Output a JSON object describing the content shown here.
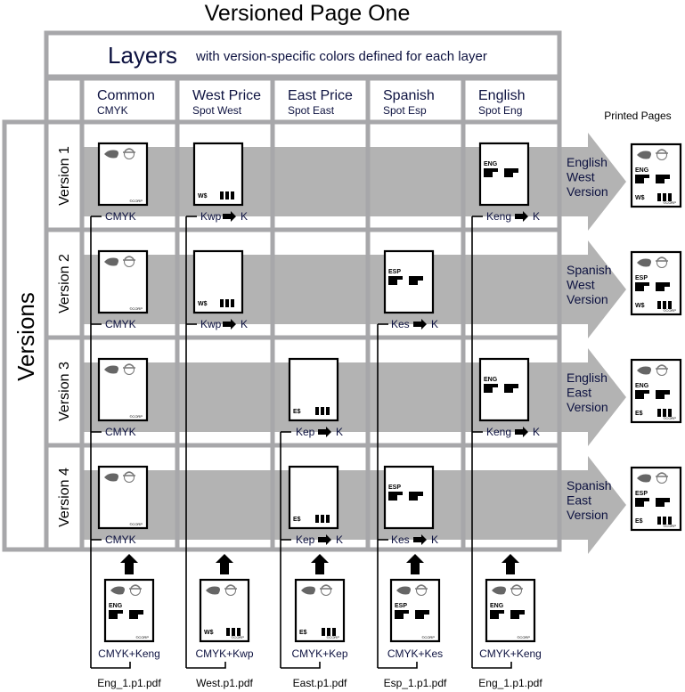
{
  "title": "Versioned Page One",
  "layers_header": {
    "title": "Layers",
    "subtitle": "with version-specific colors defined for each layer"
  },
  "columns": [
    {
      "name": "Common",
      "color": "CMYK"
    },
    {
      "name": "West Price",
      "color": "Spot West"
    },
    {
      "name": "East Price",
      "color": "Spot East"
    },
    {
      "name": "Spanish",
      "color": "Spot Esp"
    },
    {
      "name": "English",
      "color": "Spot Eng"
    }
  ],
  "versions_label": "Versions",
  "printed_pages_label": "Printed Pages",
  "rows": [
    {
      "label": "Version 1",
      "cells": [
        {
          "col": 0,
          "thumb": "common",
          "mapping": "CMYK"
        },
        {
          "col": 1,
          "thumb": "west",
          "mapping": "Kwp",
          "target": "K"
        },
        {
          "col": 4,
          "thumb": "english",
          "mapping": "Keng",
          "target": "K"
        }
      ],
      "result": [
        "English",
        "West",
        "Version"
      ],
      "printed": {
        "lang": "ENG",
        "price": "W$"
      }
    },
    {
      "label": "Version 2",
      "cells": [
        {
          "col": 0,
          "thumb": "common",
          "mapping": "CMYK"
        },
        {
          "col": 1,
          "thumb": "west",
          "mapping": "Kwp",
          "target": "K"
        },
        {
          "col": 3,
          "thumb": "spanish",
          "mapping": "Kes",
          "target": "K"
        }
      ],
      "result": [
        "Spanish",
        "West",
        "Version"
      ],
      "printed": {
        "lang": "ESP",
        "price": "W$"
      }
    },
    {
      "label": "Version 3",
      "cells": [
        {
          "col": 0,
          "thumb": "common",
          "mapping": "CMYK"
        },
        {
          "col": 2,
          "thumb": "east",
          "mapping": "Kep",
          "target": "K"
        },
        {
          "col": 4,
          "thumb": "english",
          "mapping": "Keng",
          "target": "K"
        }
      ],
      "result": [
        "English",
        "East",
        "Version"
      ],
      "printed": {
        "lang": "ENG",
        "price": "E$"
      }
    },
    {
      "label": "Version 4",
      "cells": [
        {
          "col": 0,
          "thumb": "common",
          "mapping": "CMYK"
        },
        {
          "col": 2,
          "thumb": "east",
          "mapping": "Kep",
          "target": "K"
        },
        {
          "col": 3,
          "thumb": "spanish",
          "mapping": "Kes",
          "target": "K"
        }
      ],
      "result": [
        "Spanish",
        "East",
        "Version"
      ],
      "printed": {
        "lang": "ESP",
        "price": "E$"
      }
    }
  ],
  "sources": [
    {
      "lang": "ENG",
      "price": "",
      "label": "CMYK+Keng",
      "file": "Eng_1.p1.pdf"
    },
    {
      "lang": "",
      "price": "W$",
      "label": "CMYK+Kwp",
      "file": "West.p1.pdf"
    },
    {
      "lang": "",
      "price": "E$",
      "label": "CMYK+Kep",
      "file": "East.p1.pdf"
    },
    {
      "lang": "ESP",
      "price": "",
      "label": "CMYK+Kes",
      "file": "Esp_1.p1.pdf"
    },
    {
      "lang": "ENG",
      "price": "",
      "label": "CMYK+Keng",
      "file": "Eng_1.p1.pdf"
    }
  ],
  "thumb_text": {
    "copyright": "©CORP",
    "eng": "ENG",
    "esp": "ESP",
    "west_price": "W$",
    "east_price": "E$"
  },
  "colors": {
    "grid": "#a7a7aa",
    "band": "#b3b3b3",
    "text_dark": "#0d1240"
  }
}
